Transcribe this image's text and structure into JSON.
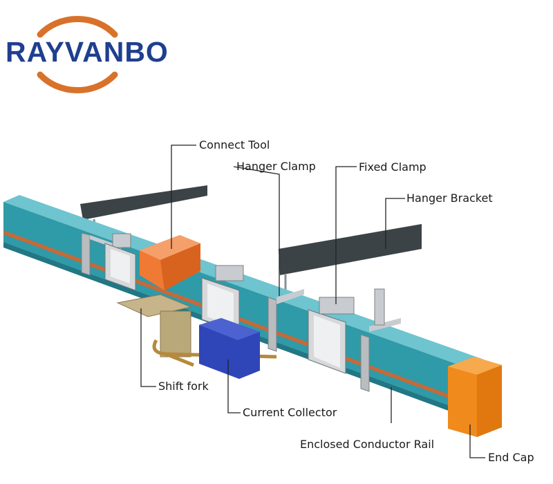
{
  "brand": {
    "name": "RAYVANBO",
    "text_color": "#1f3f8f",
    "ring_color": "#d8722a"
  },
  "colors": {
    "rail": "#2f9aa8",
    "rail_dark": "#217784",
    "stripe": "#c46a3a",
    "end_cap": "#f08a1c",
    "connect_tool": "#f07a34",
    "bracket": "#3c4346",
    "collector": "#2f46b8",
    "steel": "#b9bdc0"
  },
  "labels": {
    "connect_tool": "Connect Tool",
    "hanger_clamp": "Hanger Clamp",
    "fixed_clamp": "Fixed Clamp",
    "hanger_bracket": "Hanger Bracket",
    "shift_fork": "Shift fork",
    "current_collector": "Current Collector",
    "enclosed_conductor_rail": "Enclosed Conductor Rail",
    "end_cap": "End Cap"
  }
}
